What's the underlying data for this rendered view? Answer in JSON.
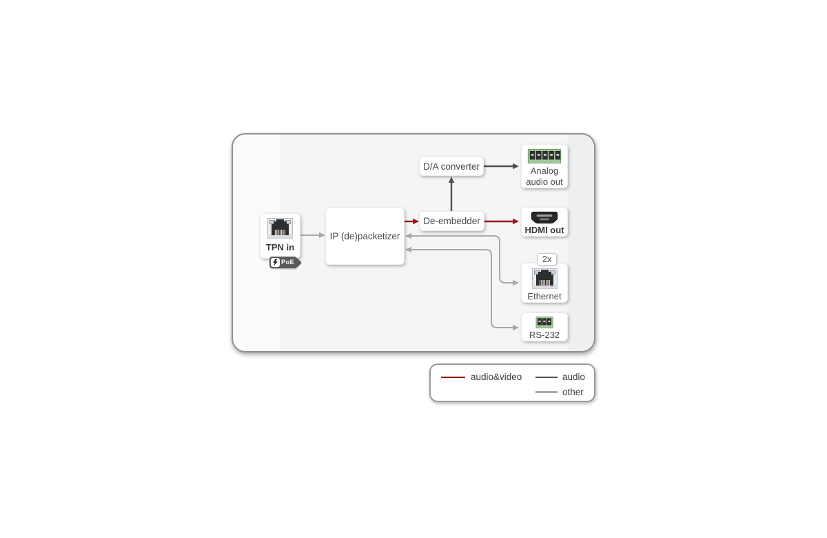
{
  "colors": {
    "audio_video": "#9d1418",
    "audio": "#4f4f4f",
    "other": "#a9a9a9"
  },
  "panel": {
    "tpn": {
      "label": "TPN in",
      "badge": "PoE"
    },
    "ip_box": {
      "label": "IP (de)packetizer"
    },
    "de_embedder": {
      "label": "De-embedder"
    },
    "da_converter": {
      "label": "D/A converter"
    },
    "analog_out": {
      "label": "Analog audio out"
    },
    "hdmi_out": {
      "label": "HDMI out"
    },
    "ethernet": {
      "label": "Ethernet",
      "count_badge": "2x"
    },
    "rs232": {
      "label": "RS-232"
    }
  },
  "legend": {
    "audio_video": "audio&video",
    "audio": "audio",
    "other": "other"
  }
}
